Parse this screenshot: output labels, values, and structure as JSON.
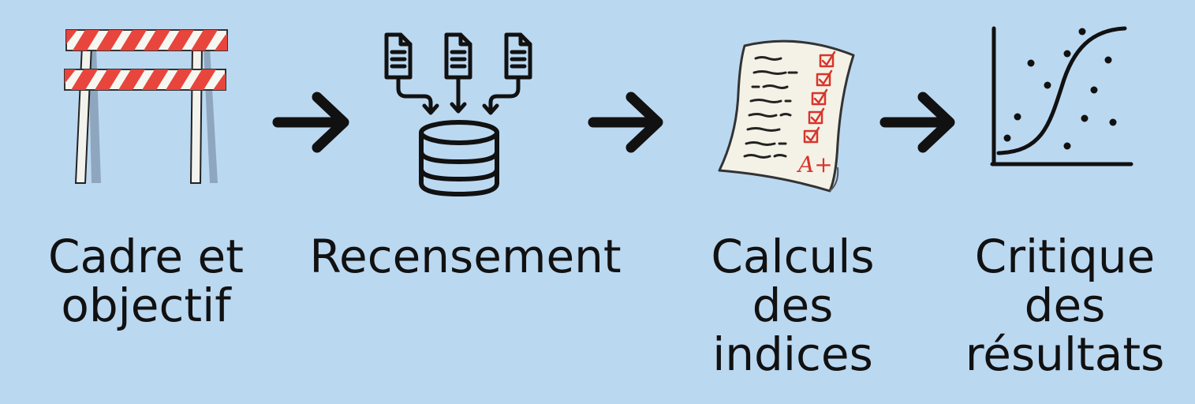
{
  "steps": [
    {
      "icon": "barrier-icon",
      "label": "Cadre et\nobjectif"
    },
    {
      "icon": "database-import-icon",
      "label": "Recensement"
    },
    {
      "icon": "graded-checklist-icon",
      "label": "Calculs\ndes\nindices"
    },
    {
      "icon": "scatter-curve-icon",
      "label": "Critique\ndes\nrésultats"
    }
  ],
  "grade_text": "A+",
  "colors": {
    "background": "#bbd8f1",
    "ink": "#111111",
    "stripe_red": "#e8453c",
    "check_red": "#d9342b"
  }
}
